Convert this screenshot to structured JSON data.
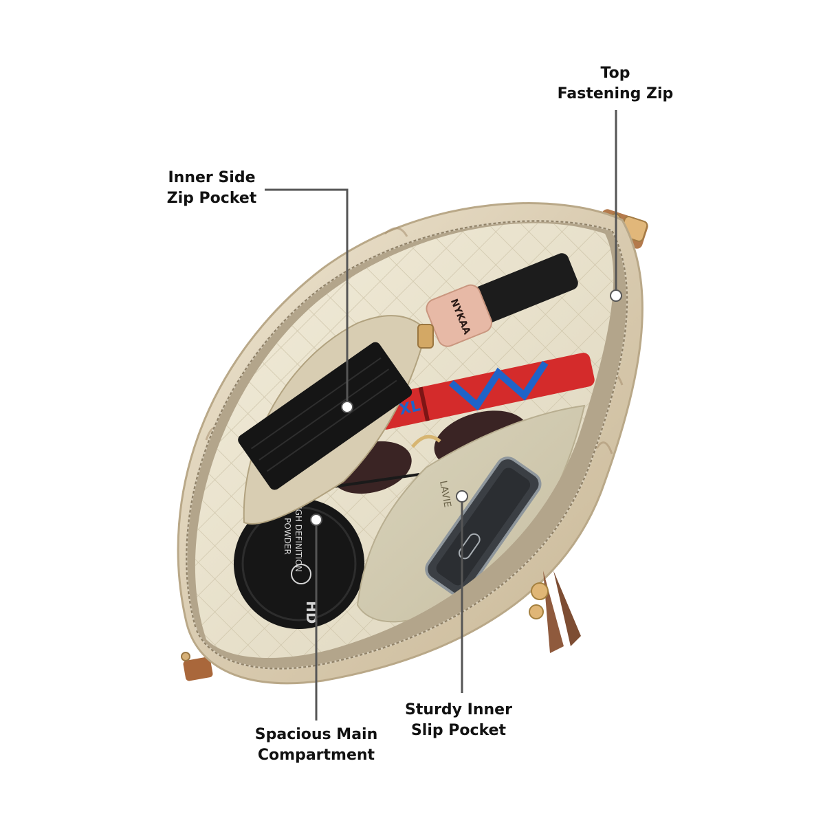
{
  "callouts": {
    "top_zip": {
      "line1": "Top",
      "line2": "Fastening Zip"
    },
    "side_pocket": {
      "line1": "Inner Side",
      "line2": "Zip Pocket"
    },
    "main_compartment": {
      "line1": "Spacious Main",
      "line2": "Compartment"
    },
    "slip_pocket": {
      "line1": "Sturdy Inner",
      "line2": "Slip Pocket"
    }
  },
  "product_print": {
    "nail_polish_brand": "NYKAA",
    "powder_line1": "HIGH DEFINITION",
    "powder_line2": "POWDER",
    "powder_badge": "HD",
    "lining_brand": "LAVIE",
    "mascara_text": "XL"
  },
  "colors": {
    "background": "#ffffff",
    "bag_shell": "#e3d7bf",
    "lining": "#e9e3cf",
    "zip_tape": "#a89a82",
    "pointer_line": "#555555",
    "label_text": "#111111"
  }
}
